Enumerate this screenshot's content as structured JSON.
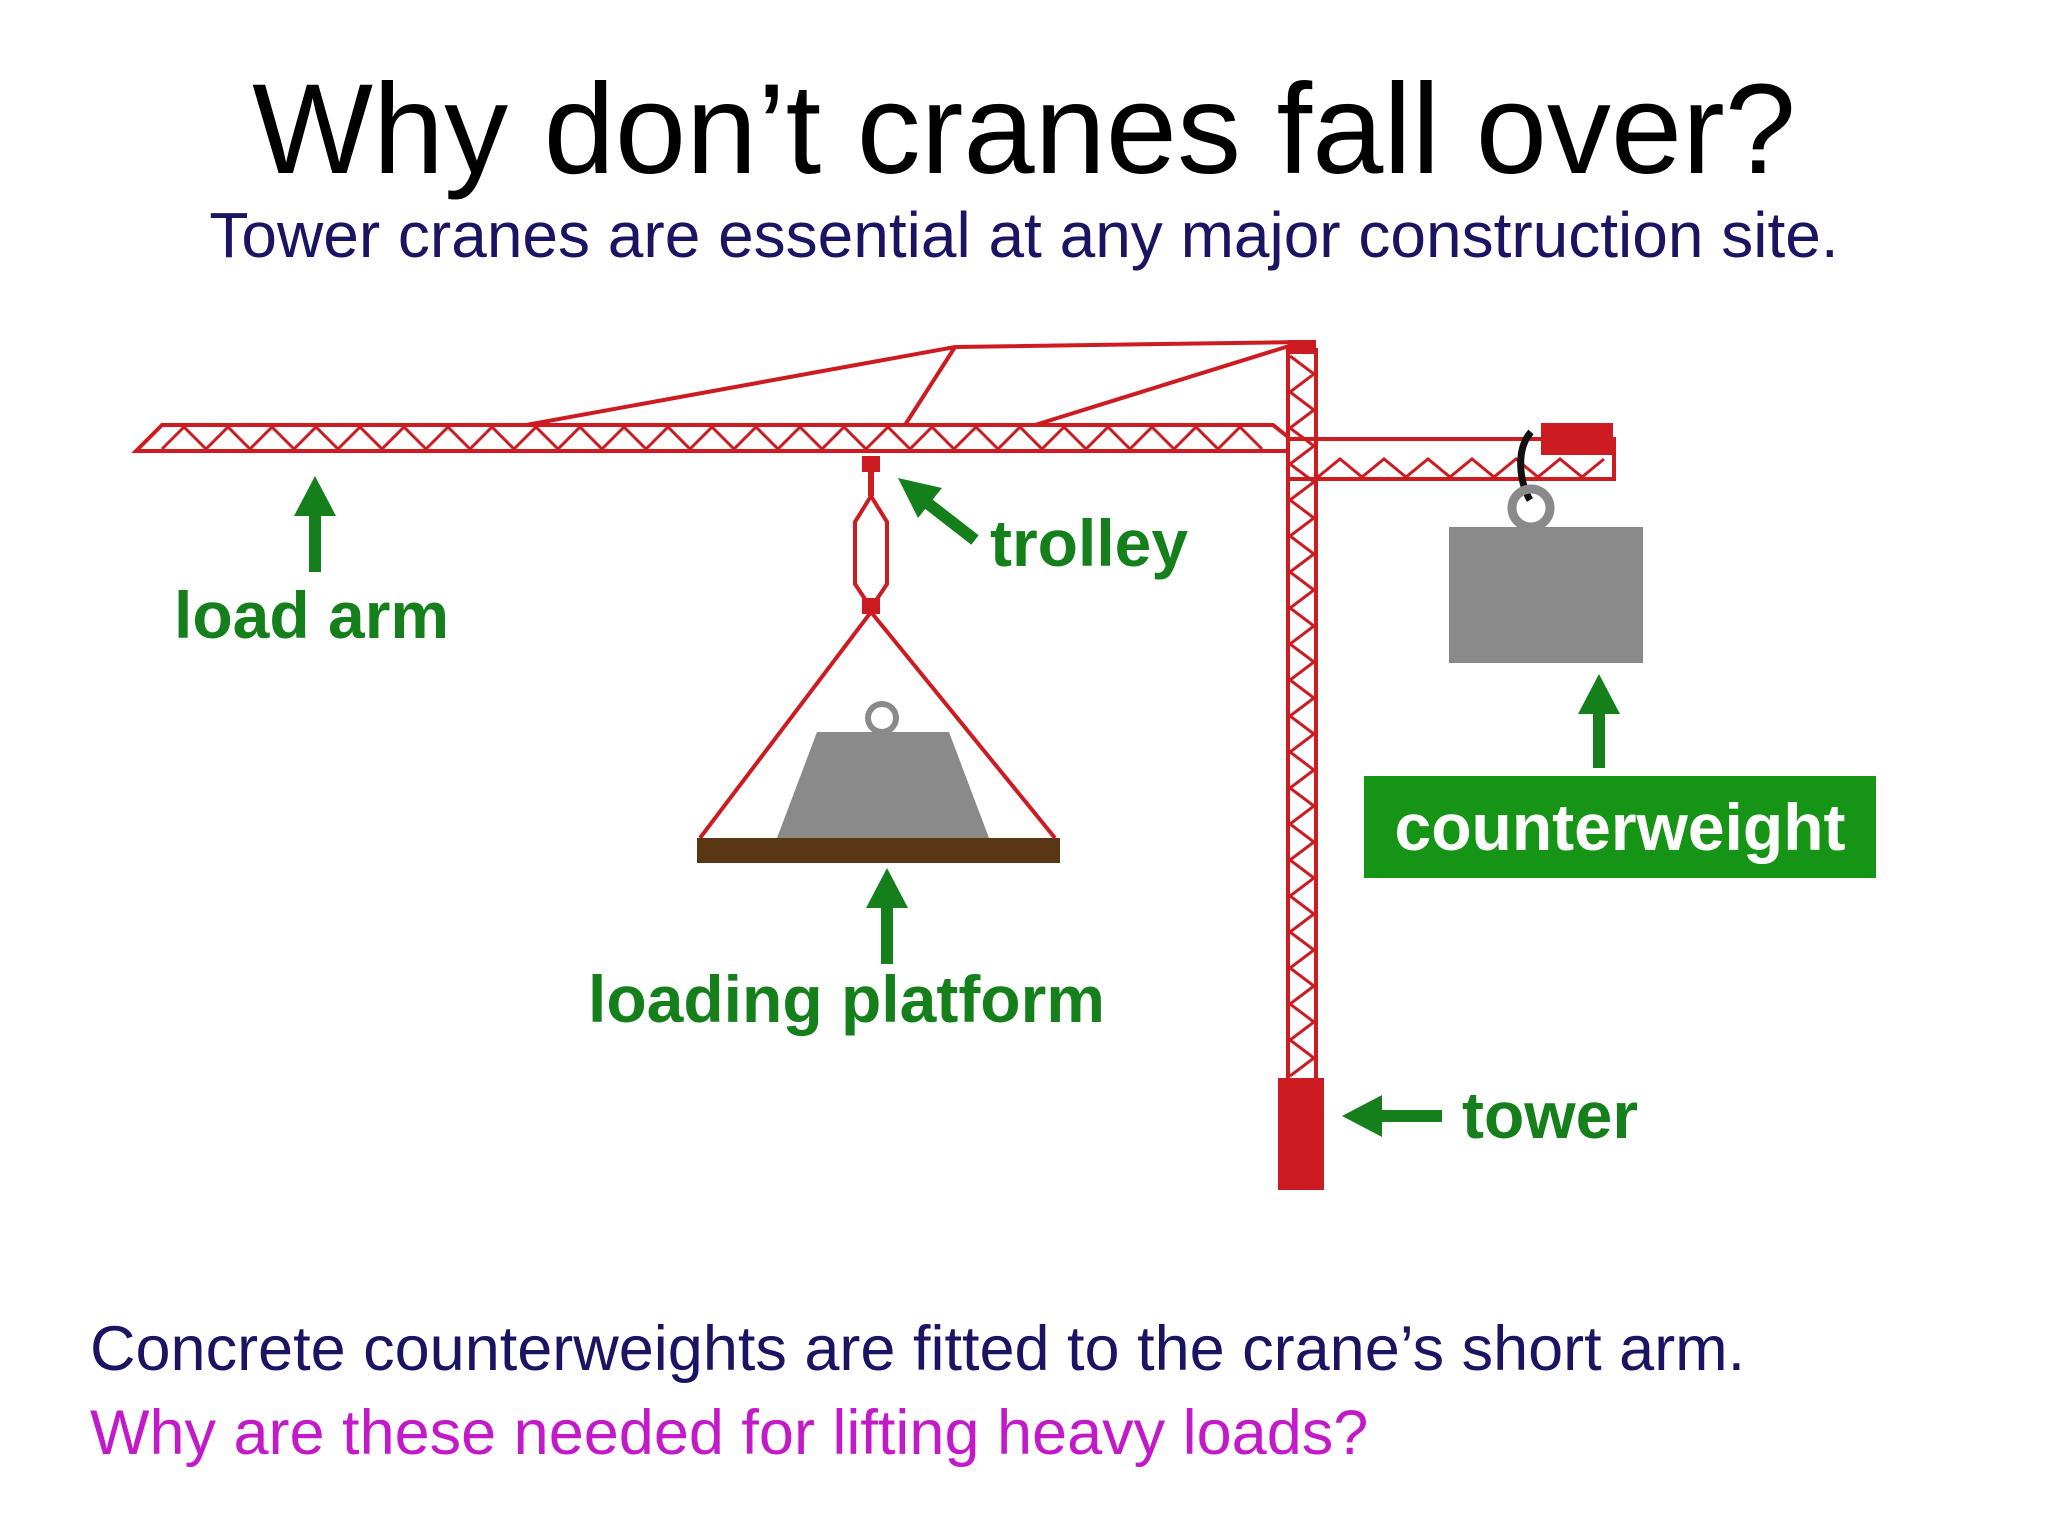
{
  "title": "Why don’t cranes fall over?",
  "subtitle": "Tower cranes are essential at any major construction site.",
  "labels": {
    "load_arm": "load arm",
    "trolley": "trolley",
    "counterweight": "counterweight",
    "loading_platform": "loading platform",
    "tower": "tower"
  },
  "footer": {
    "statement": "Concrete counterweights are fitted to the crane’s short arm.",
    "question": "Why are these needed for lifting heavy loads?"
  },
  "colors": {
    "crane": "#cc1c22",
    "label_green": "#15801b",
    "weight_grey": "#8a8a8a",
    "platform_brown": "#5a3714",
    "subtitle_navy": "#1a1463",
    "question_magenta": "#c21ac8"
  }
}
